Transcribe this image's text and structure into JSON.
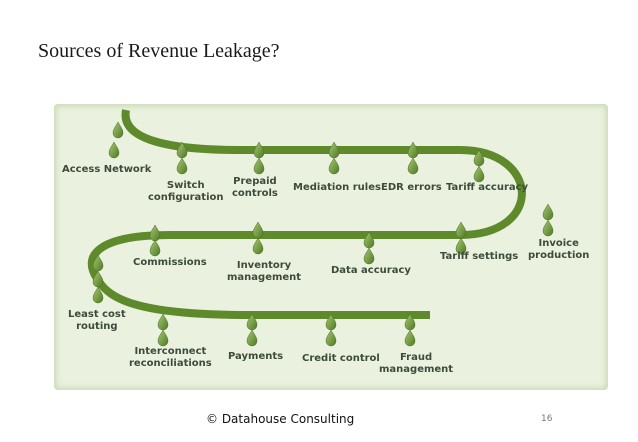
{
  "slide": {
    "title": "Sources of Revenue Leakage?",
    "footer": "© Datahouse Consulting",
    "page_number": "16"
  },
  "diagram": {
    "nodes": [
      "Access Network",
      "Switch\nconfiguration",
      "Prepaid\ncontrols",
      "Mediation rules",
      "EDR errors",
      "Tariff accuracy",
      "Invoice\nproduction",
      "Tariff settings",
      "Data accuracy",
      "Inventory\nmanagement",
      "Commissions",
      "Least cost\nrouting",
      "Interconnect\nreconciliations",
      "Payments",
      "Credit control",
      "Fraud\nmanagement"
    ],
    "colors": {
      "pipe": "#5f8a2c",
      "drop": "#7da547",
      "panel": "#eaf1df",
      "label": "#3d4b3a"
    }
  }
}
